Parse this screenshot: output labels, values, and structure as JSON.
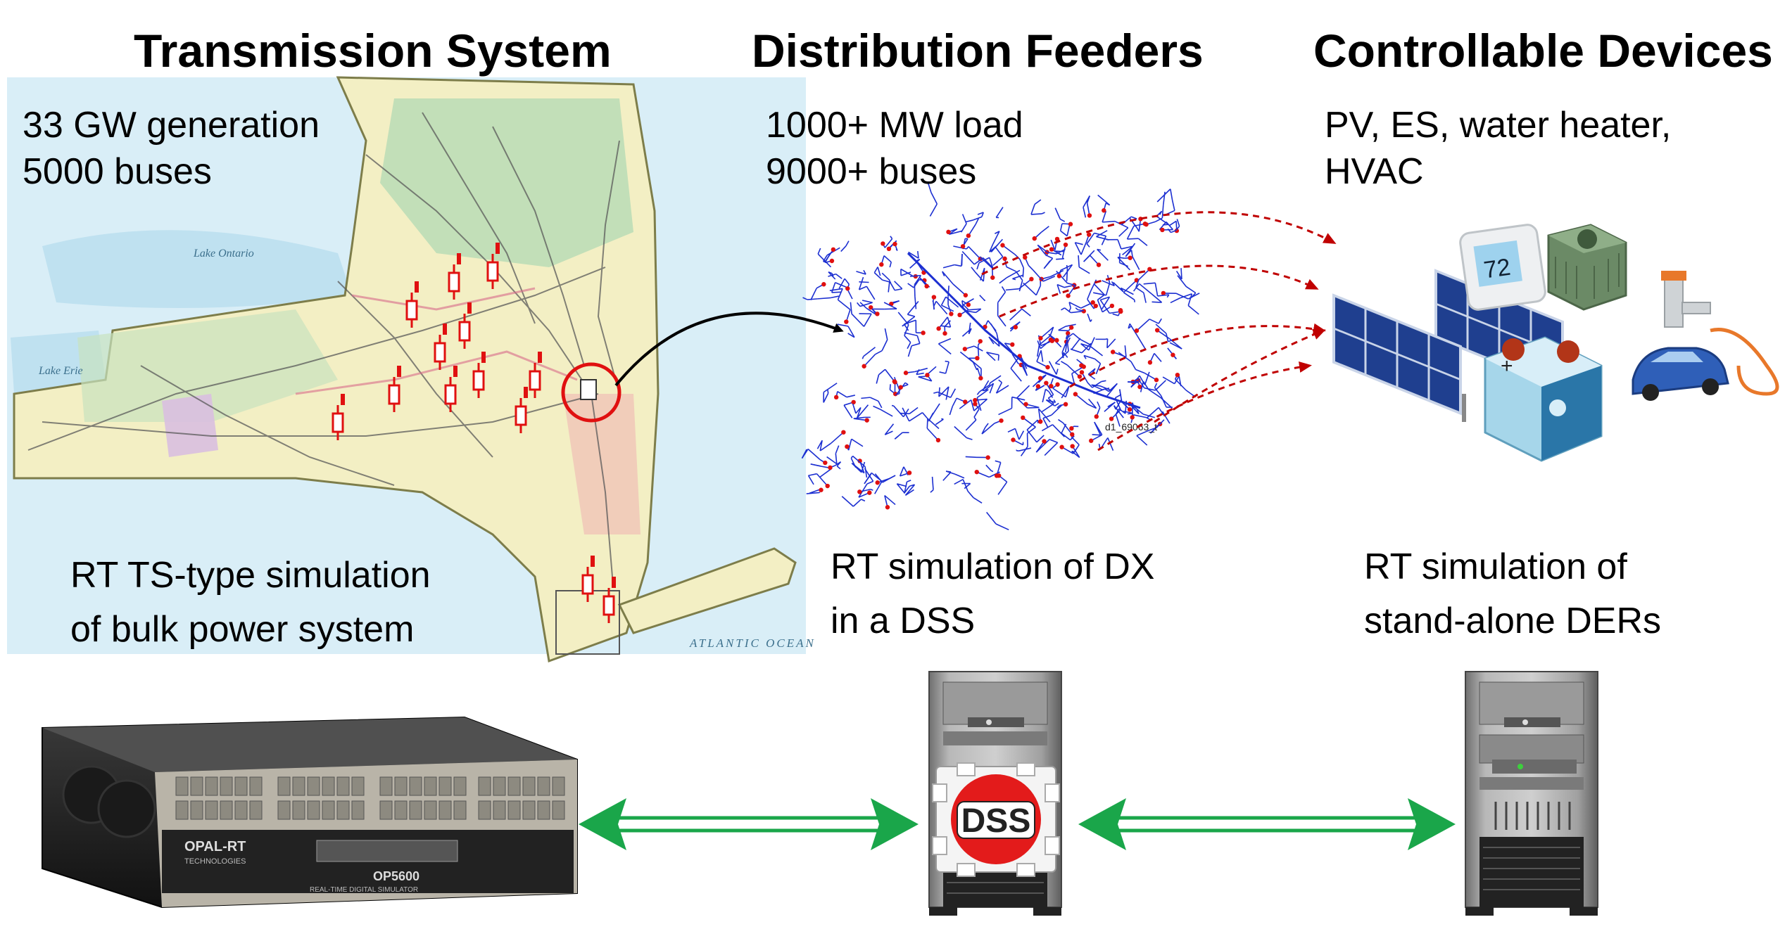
{
  "columns": {
    "transmission": {
      "heading": "Transmission System",
      "stats": [
        "33 GW generation",
        "5000 buses"
      ],
      "caption": [
        "RT TS-type simulation",
        "of bulk power system"
      ],
      "map_label": "ATLANTIC OCEAN",
      "lake_labels": [
        "Lake Ontario",
        "Lake Erie"
      ]
    },
    "distribution": {
      "heading": "Distribution Feeders",
      "stats": [
        "1000+ MW load",
        "9000+ buses"
      ],
      "caption": [
        "RT simulation of DX",
        "in a DSS"
      ]
    },
    "devices": {
      "heading": "Controllable Devices",
      "stats": [
        "PV, ES, water heater,",
        "HVAC"
      ],
      "caption": [
        "RT simulation of",
        "stand-alone DERs"
      ],
      "thermostat_reading": "72"
    }
  },
  "hardware": {
    "opal_brand": "OPAL-RT",
    "opal_sub": "TECHNOLOGIES",
    "opal_model": "OP5600",
    "opal_desc": "REAL-TIME DIGITAL SIMULATOR",
    "dss_badge": "DSS"
  },
  "colors": {
    "red": "#e01010",
    "green_arrow": "#1aa64a",
    "feeder_blue": "#1c2fd1",
    "map_land": "#f3efc4",
    "map_water": "#bfe1f0"
  }
}
